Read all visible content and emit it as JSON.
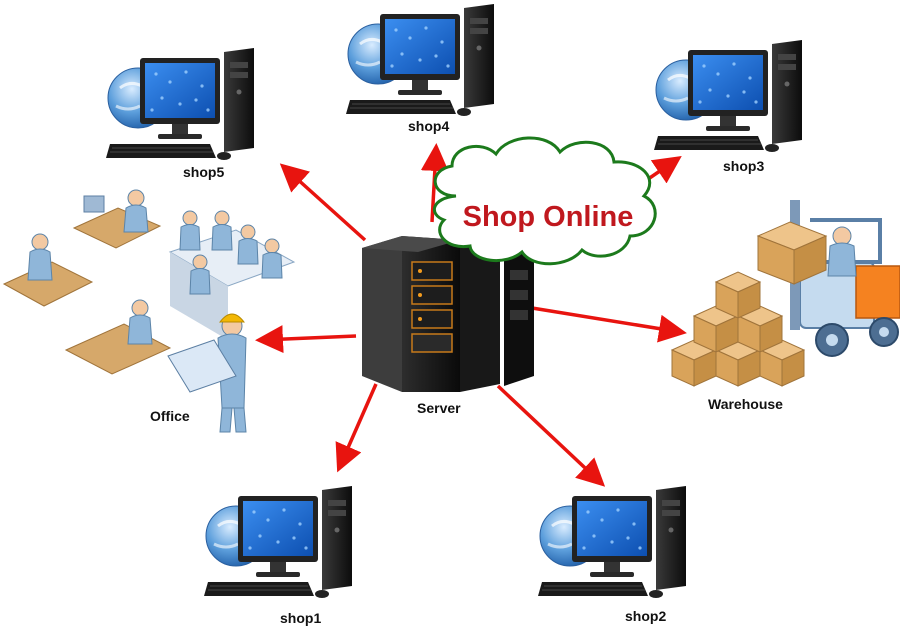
{
  "diagram": {
    "title": "Shop Online",
    "center": {
      "label": "Server"
    },
    "nodes": {
      "shop1": {
        "label": "shop1"
      },
      "shop2": {
        "label": "shop2"
      },
      "shop3": {
        "label": "shop3"
      },
      "shop4": {
        "label": "shop4"
      },
      "shop5": {
        "label": "shop5"
      },
      "office": {
        "label": "Office"
      },
      "warehouse": {
        "label": "Warehouse"
      }
    }
  },
  "colors": {
    "arrow": "#e8140f",
    "cloud_stroke": "#1c7a1c",
    "cloud_fill": "#ffffff",
    "title": "#c0181e",
    "monitor_screen": "#1e6fd0",
    "pc_body": "#1a1a1a",
    "box": "#d9a35a",
    "person": "#8fb6d9",
    "desk": "#d6a86a"
  }
}
